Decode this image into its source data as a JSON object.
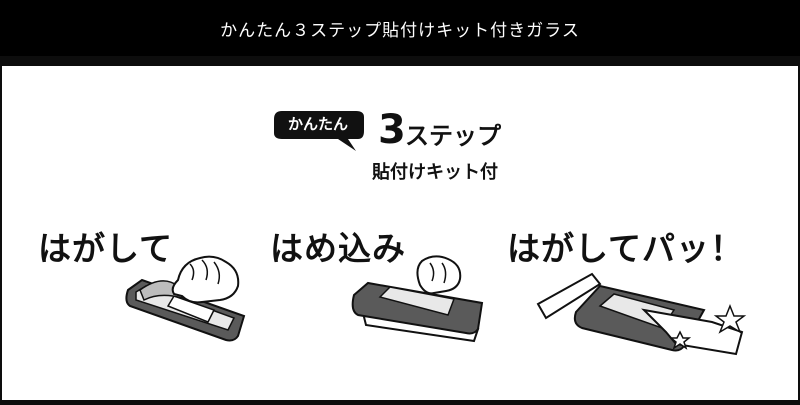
{
  "header": {
    "title": "かんたん３ステップ貼付けキット付きガラス"
  },
  "badge": {
    "label": "かんたん"
  },
  "headline": {
    "number": "3",
    "word": "ステップ",
    "subtitle": "貼付けキット付"
  },
  "steps": [
    {
      "label": "はがして"
    },
    {
      "label": "はめ込み"
    },
    {
      "label": "はがしてパッ！"
    }
  ],
  "colors": {
    "header_bg": "#000000",
    "panel_bg": "#ffffff",
    "ink": "#111111",
    "case_gray": "#5a5a5a"
  }
}
